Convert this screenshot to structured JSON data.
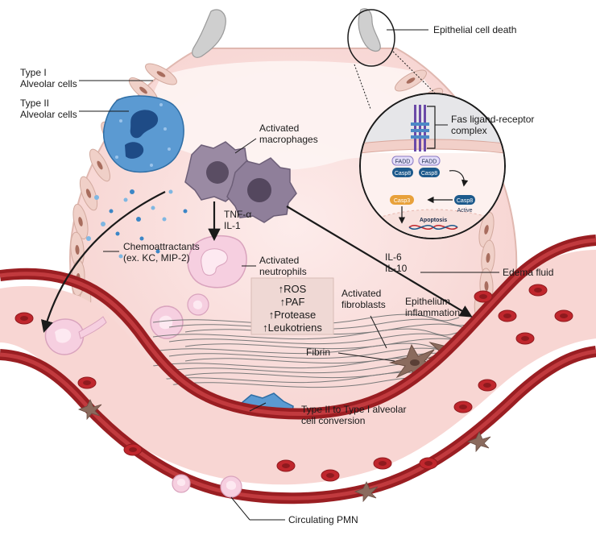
{
  "labels": {
    "type1": [
      "Type I",
      "Alveolar cells"
    ],
    "type2": [
      "Type II",
      "Alveolar cells"
    ],
    "macrophages": [
      "Activated",
      "macrophages"
    ],
    "cytokines1": [
      "TNF-α",
      "IL-1"
    ],
    "chemo": [
      "Chemoattractants",
      "(ex. KC, MIP-2)"
    ],
    "neutrophils": [
      "Activated",
      "neutrophils"
    ],
    "cytokines2": [
      "IL-6",
      "IL-10"
    ],
    "edema": "Edema fluid",
    "fibroblasts": [
      "Activated",
      "fibroblasts"
    ],
    "epithelium": [
      "Epithelium",
      "inflammation"
    ],
    "fibrin": "Fibrin",
    "conversion": [
      "Type II to Type I alveolar",
      "cell conversion"
    ],
    "pmn": "Circulating PMN",
    "cell_death": "Epithelial cell death",
    "fas": [
      "Fas ligand-receptor",
      "complex"
    ],
    "fadd": "FADD",
    "casp8": "Casp8",
    "casp3": "Casp3",
    "active": "Active",
    "apoptosis": "Apoptosis"
  },
  "mediators": [
    "↑ROS",
    "↑PAF",
    "↑Protease",
    "↑Leukotriens"
  ],
  "colors": {
    "alveolus_fill": "#fbe3e1",
    "epithelial_cell": "#f0d0c8",
    "vessel_wall": "#9a1e22",
    "vessel_fill": "#f8d6d3",
    "macrophage": "#8f7f96",
    "type2_cell": "#4d8fc7",
    "neutrophil": "#f2c9d8",
    "fibroblast": "#8b6b5e",
    "casp8": "#1d5a8c",
    "casp3": "#e8a13a",
    "mediator_box": "#efd8d4"
  }
}
